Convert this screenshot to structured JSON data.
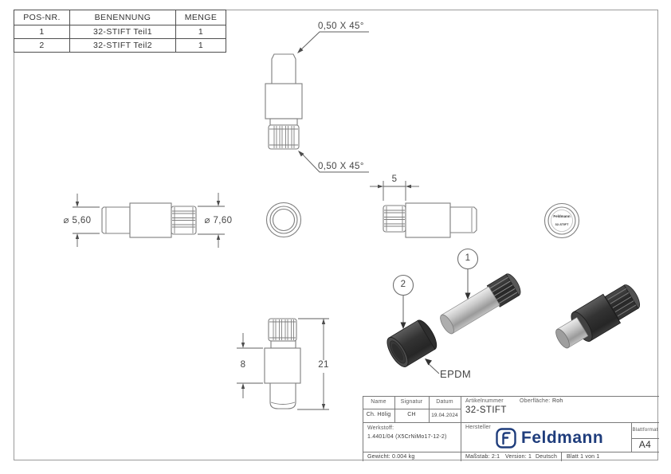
{
  "bom": {
    "headers": [
      "POS-NR.",
      "BENENNUNG",
      "MENGE"
    ],
    "rows": [
      [
        "1",
        "32-STIFT Teil1",
        "1"
      ],
      [
        "2",
        "32-STIFT Teil2",
        "1"
      ]
    ]
  },
  "annotations": {
    "chamfer_top": "0,50 X 45°",
    "chamfer_bottom": "0,50 X 45°",
    "dia_small": "⌀ 5,60",
    "dia_large": "⌀ 7,60",
    "knurl_width": "5",
    "body_height": "8",
    "total_length": "21",
    "material": "EPDM",
    "balloon_1": "1",
    "balloon_2": "2"
  },
  "end_view_stamp": {
    "brand": "Feldmann",
    "part": "32-STIFT"
  },
  "title_block": {
    "name_label": "Name",
    "signatur_label": "Signatur",
    "datum_label": "Datum",
    "name_value": "Ch. Hölig",
    "signatur_value": "CH",
    "datum_value": "19.04.2024",
    "artikelnummer_label": "Artikelnummer",
    "artikelnummer_value": "32-STIFT",
    "oberflaeche_label": "Oberfläche:",
    "oberflaeche_value": "Roh",
    "werkstoff_label": "Werkstoff:",
    "werkstoff_value": "1.4401/04 (X5CrNiMo17-12-2)",
    "gewicht": "Gewicht: 0.004 kg",
    "hersteller_label": "Hersteller",
    "logo_text": "Feldmann",
    "blattformat_label": "Blattformat",
    "blattformat_value": "A4",
    "massstab": "Maßstab: 2:1",
    "version": "Version: 1",
    "sprache": "Deutsch",
    "blatt": "Blatt 1 von 1"
  },
  "colors": {
    "logo_blue": "#1f3d7c",
    "line_gray": "#7f7f7f"
  }
}
